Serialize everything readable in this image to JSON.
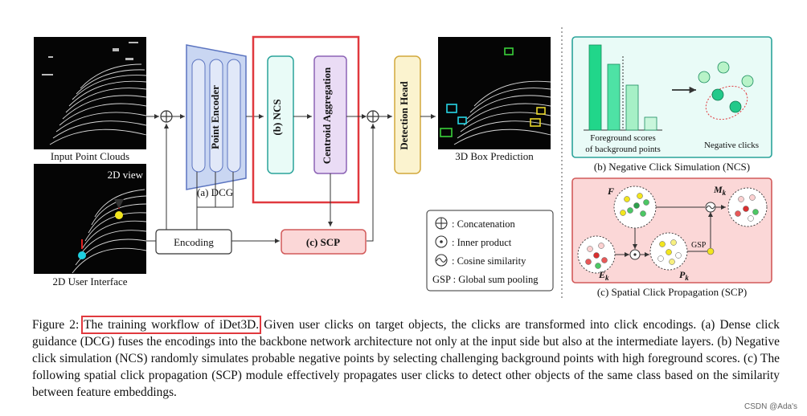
{
  "labels": {
    "input_point_clouds": "Input Point Clouds",
    "view_2d": "2D view",
    "user_interface_2d": "2D User Interface",
    "point_encoder": "Point Encoder",
    "dcg": "(a) DCG",
    "ncs": "(b) NCS",
    "centroid_aggregation": "Centroid Aggregation",
    "detection_head": "Detection Head",
    "box_prediction": "3D Box Prediction",
    "encoding": "Encoding",
    "scp": "(c) SCP"
  },
  "legend": {
    "concat": ": Concatenation",
    "inner": ": Inner product",
    "cosine": ": Cosine similarity",
    "gsp": "GSP : Global sum pooling"
  },
  "ncs_panel": {
    "scores_line1": "Foreground scores",
    "scores_line2": "of background points",
    "negative_clicks": "Negative clicks",
    "title": "(b) Negative Click Simulation (NCS)"
  },
  "scp_panel": {
    "F": "F",
    "Mk": "M",
    "Mk_sub": "k",
    "Ek": "E",
    "Ek_sub": "k",
    "Pk": "P",
    "Pk_sub": "k",
    "gsp": "GSP",
    "title": "(c) Spatial Click Propagation (SCP)"
  },
  "caption": {
    "prefix": "Figure 2: ",
    "highlight": "The training workflow of iDet3D.",
    "text": " Given user clicks on target objects, the clicks are transformed into click encodings. (a) Dense click guidance (DCG) fuses the encodings into the backbone network architecture not only at the input side but also at the intermediate layers. (b) Negative click simulation (NCS) randomly simulates probable negative points by selecting challenging background points with high foreground scores. (c) The following spatial click propagation (SCP) module effectively propagates user clicks to detect other objects of the same class based on the similarity between feature embeddings."
  },
  "watermark": "CSDN @Ada's",
  "colors": {
    "encoder_fill": "#c9d6f2",
    "encoder_stroke": "#5b74c0",
    "ncs_fill": "#e9fbf7",
    "ncs_stroke": "#2aa39a",
    "centroid_fill": "#eadcf5",
    "centroid_stroke": "#8c63b5",
    "head_fill": "#fbf3cf",
    "head_stroke": "#d2a83c",
    "scp_fill": "#fbd7d7",
    "scp_stroke": "#d25a5a",
    "highlight": "#e0393e"
  }
}
